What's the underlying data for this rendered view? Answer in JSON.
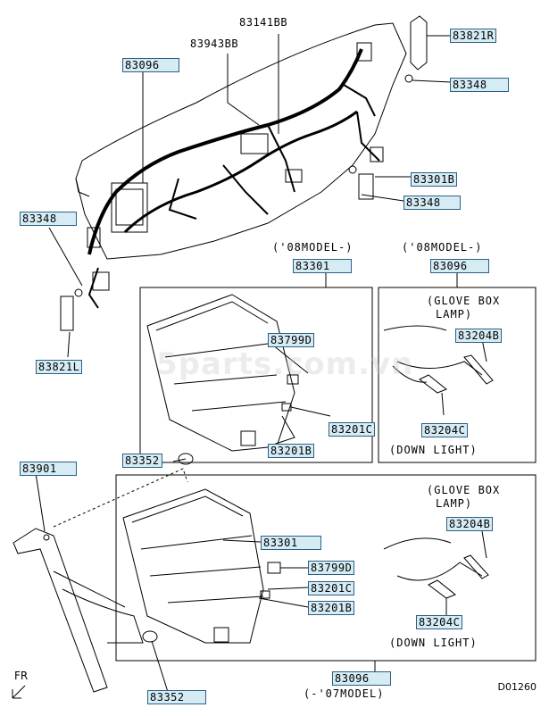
{
  "part_numbers": {
    "p83141BB": "83141BB",
    "p83943BB": "83943BB",
    "p83821R": "83821R",
    "p83096_top": "83096",
    "p83348_right": "83348",
    "p83301B": "83301B",
    "p83348_mid": "83348",
    "p83348_left": "83348",
    "p83821L": "83821L",
    "p83301_08": "83301",
    "p83096_08": "83096",
    "p83799D_08": "83799D",
    "p83201C_08": "83201C",
    "p83201B_08": "83201B",
    "p83204B_08": "83204B",
    "p83204C_08": "83204C",
    "p83352_top": "83352",
    "p83901": "83901",
    "p83301_07": "83301",
    "p83799D_07": "83799D",
    "p83201C_07": "83201C",
    "p83201B_07": "83201B",
    "p83204B_07": "83204B",
    "p83204C_07": "83204C",
    "p83352_bottom": "83352",
    "p83096_07": "83096"
  },
  "notes": {
    "model_08_left": "('08MODEL-)",
    "model_08_right": "('08MODEL-)",
    "model_07": "(-'07MODEL)",
    "glove_box_lamp_1": "(GLOVE BOX",
    "glove_box_lamp_2": "LAMP)",
    "down_light": "(DOWN LIGHT)"
  },
  "watermark": "5parts.com.vn",
  "diagram_code": "D01260",
  "direction_label": "FR",
  "colors": {
    "label_fill": "#d6ecf5",
    "label_border": "#2c5f84",
    "line": "#000000"
  }
}
